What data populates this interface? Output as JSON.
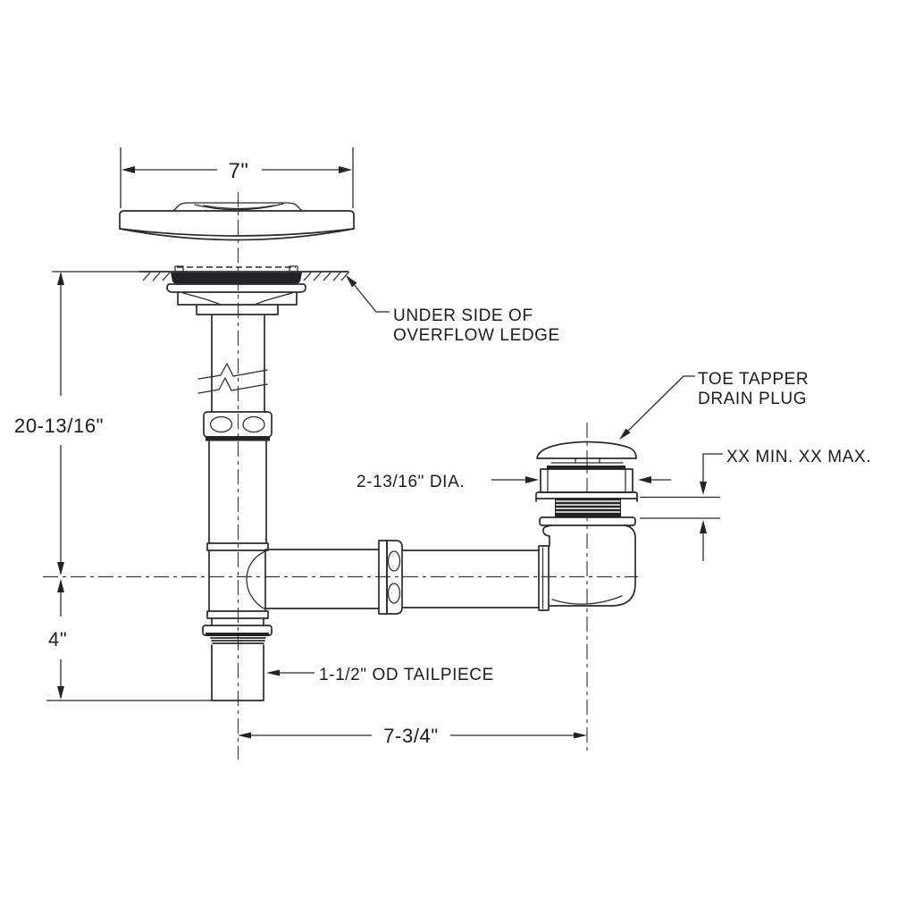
{
  "diagram": {
    "name": "bath-drain-assembly-dimensional-drawing",
    "type": "technical line drawing",
    "background": "#ffffff",
    "line_color": "#2b2b2e",
    "text_color": "#1c1c1f"
  },
  "labels": {
    "plate_width": "7\"",
    "underside_1": "UNDER SIDE OF",
    "underside_2": "OVERFLOW LEDGE",
    "overall_height": "20-13/16\"",
    "toe_tapper_1": "TOE TAPPER",
    "toe_tapper_2": "DRAIN PLUG",
    "plug_diameter": "2-13/16\" DIA.",
    "deck_range": "XX MIN. XX MAX.",
    "tailpiece_length": "4\"",
    "tailpiece_od": "1-1/2\" OD TAILPIECE",
    "horizontal_span": "7-3/4\""
  }
}
